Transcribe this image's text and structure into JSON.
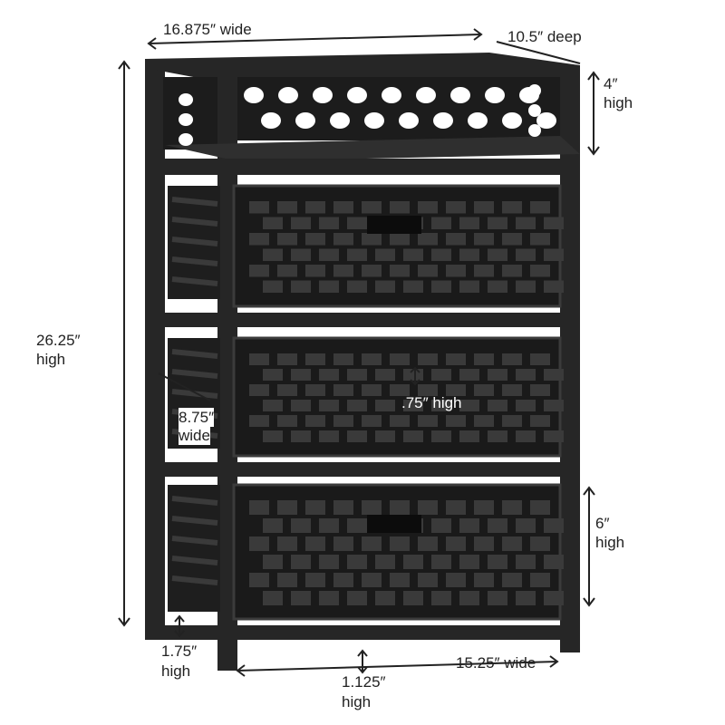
{
  "product": {
    "color": "#1e1e1e",
    "frame_color": "#2a2a2a",
    "weave_color": "#3a3a3a"
  },
  "dimensions": {
    "overall_width": "16.875″ wide",
    "overall_depth": "10.5″ deep",
    "tray_height_value": "4″",
    "tray_height_unit": "high",
    "overall_height_value": "26.25″",
    "overall_height_unit": "high",
    "drawer_depth_value": "8.75″",
    "drawer_depth_unit": "wide",
    "drawer_handle_height": ".75″ high",
    "drawer_height_value": "6″",
    "drawer_height_unit": "high",
    "leg_height_value": "1.75″",
    "leg_height_unit": "high",
    "bottom_rail_value": "1.125″",
    "bottom_rail_unit": "high",
    "drawer_width": "15.25″ wide"
  },
  "arrow_color": "#222222"
}
